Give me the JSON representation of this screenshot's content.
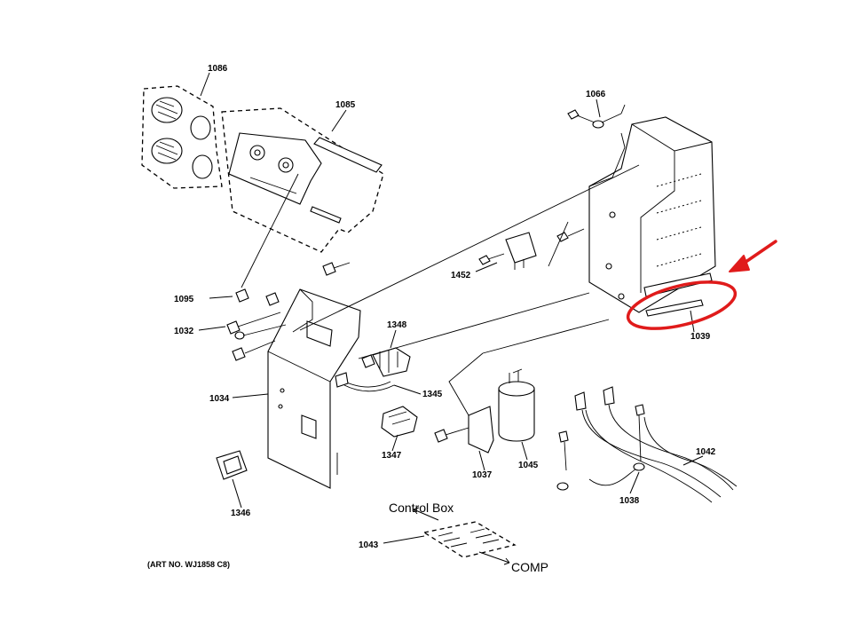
{
  "diagram": {
    "art_no": "(ART NO. WJ1858 C8)",
    "annotation_color": "#e01b1b",
    "parts": {
      "p1086": "1086",
      "p1085": "1085",
      "p1066": "1066",
      "p1095": "1095",
      "p1452": "1452",
      "p1039": "1039",
      "p1032": "1032",
      "p1348": "1348",
      "p1034": "1034",
      "p1345": "1345",
      "p1347": "1347",
      "p1037": "1037",
      "p1045": "1045",
      "p1042": "1042",
      "p1038": "1038",
      "p1346": "1346",
      "p1043": "1043"
    },
    "wiring_labels": {
      "control_box": "Control Box",
      "comp": "COMP"
    },
    "highlight": {
      "target_part": "1039",
      "icon": "red-arrow-icon"
    }
  }
}
